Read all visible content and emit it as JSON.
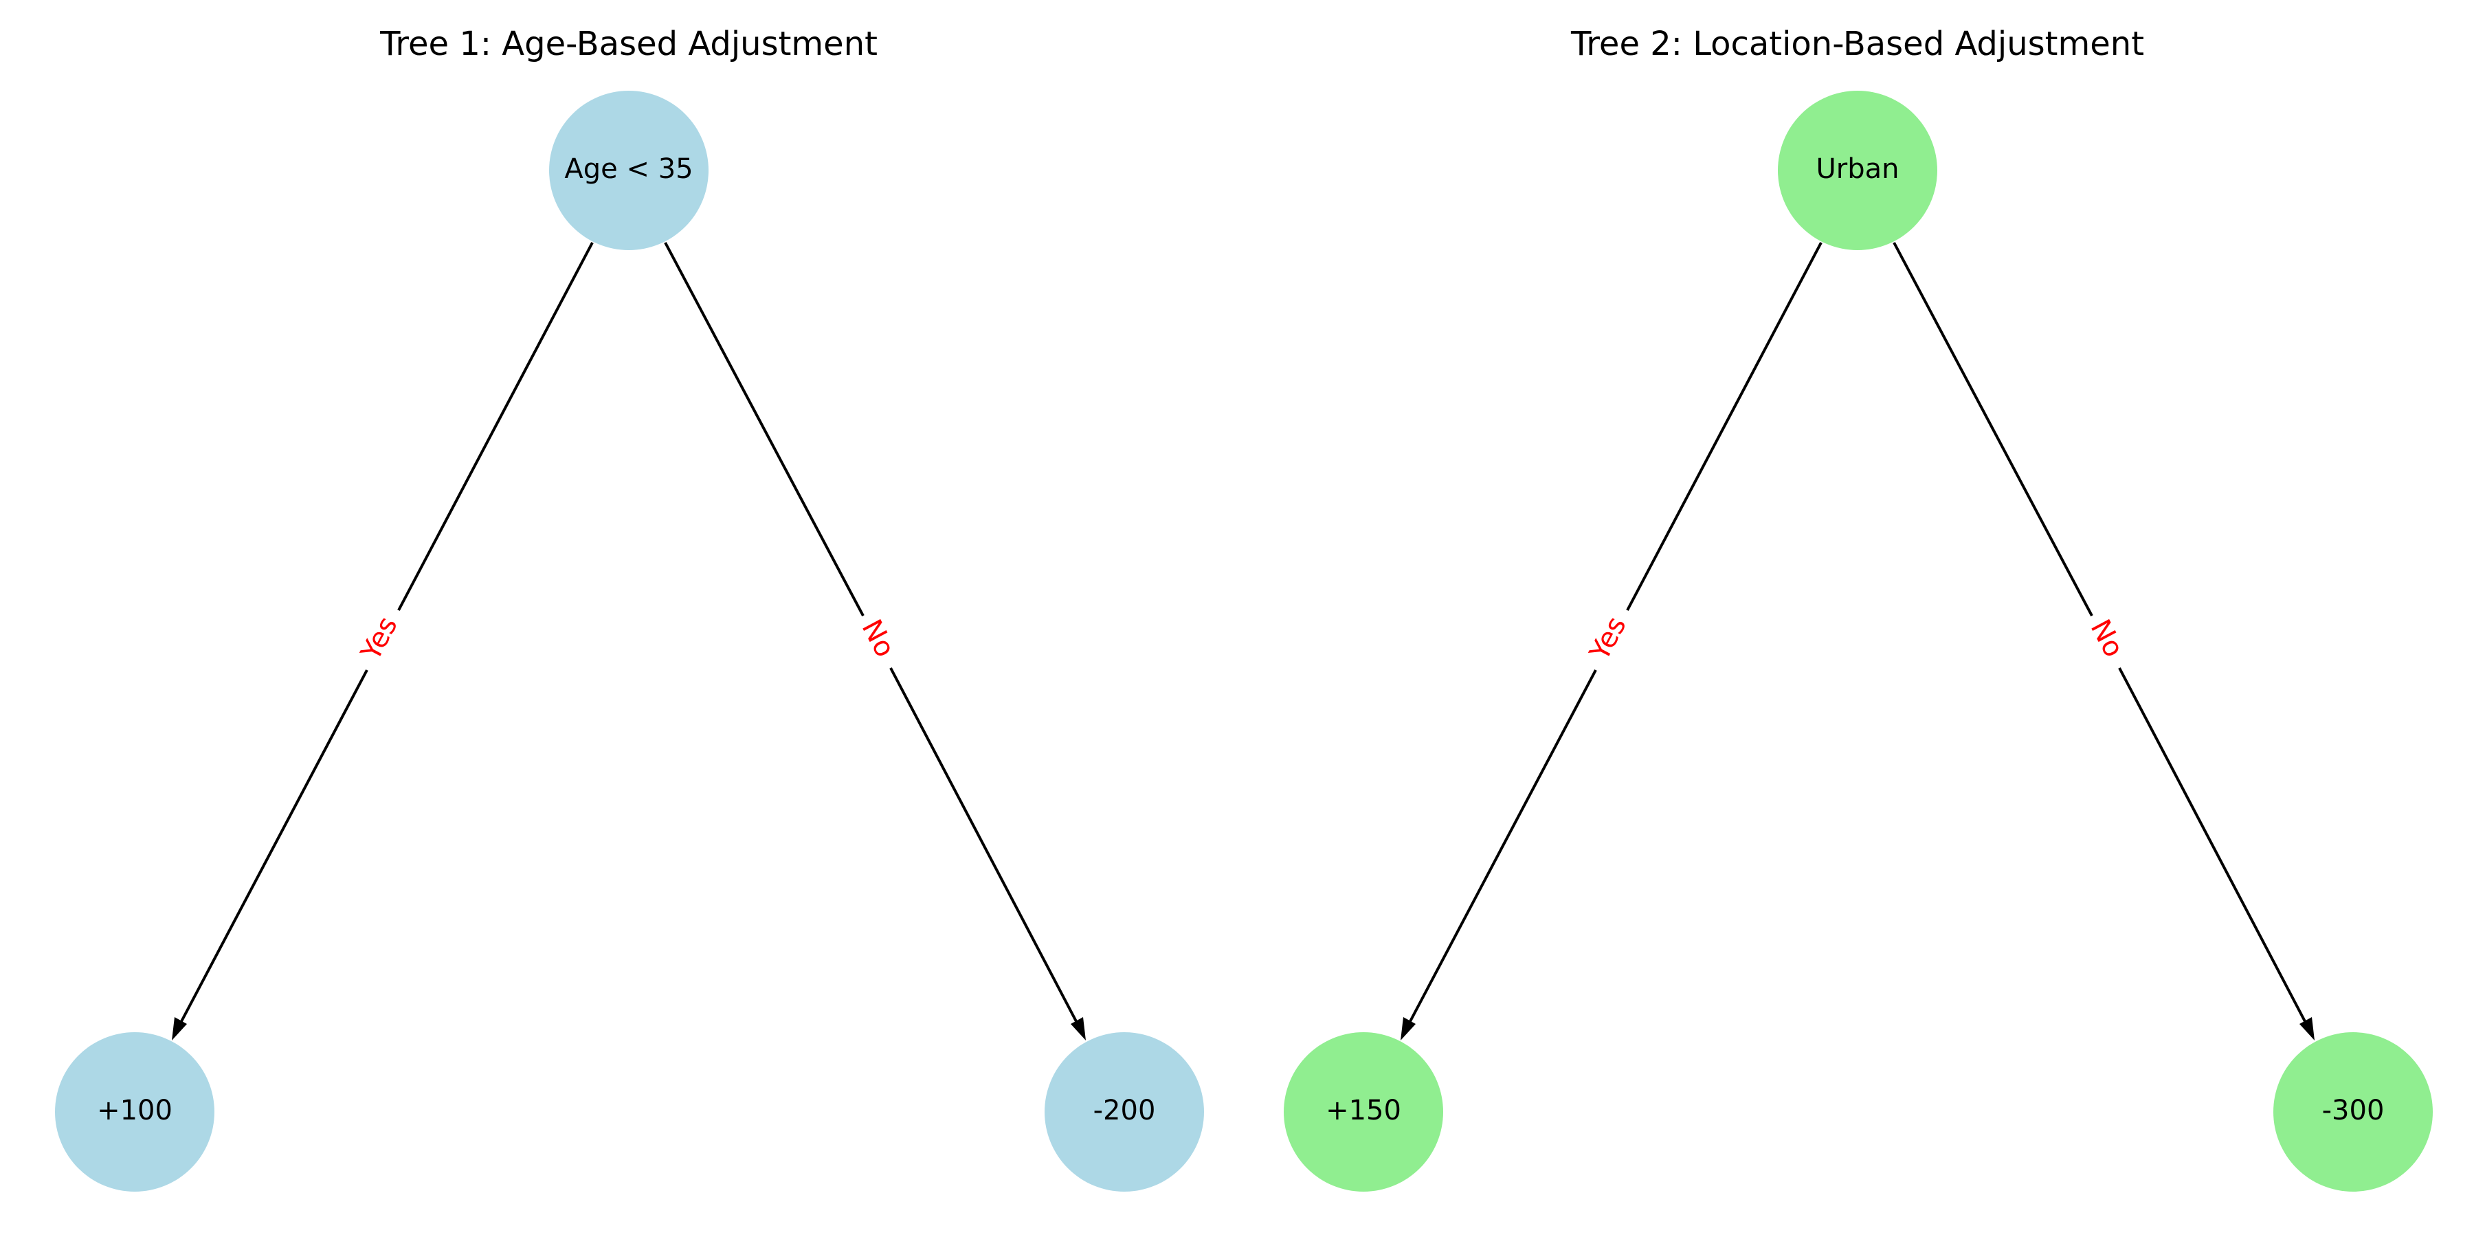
{
  "trees": [
    {
      "title": "Tree 1: Age-Based Adjustment",
      "color": "#add8e6",
      "root": "Age < 35",
      "yes_leaf": "+100",
      "no_leaf": "-200",
      "yes_label": "Yes",
      "no_label": "No"
    },
    {
      "title": "Tree 2: Location-Based Adjustment",
      "color": "#90ee90",
      "root": "Urban",
      "yes_leaf": "+150",
      "no_leaf": "-300",
      "yes_label": "Yes",
      "no_label": "No"
    }
  ],
  "edge_label_color": "#ff0000"
}
